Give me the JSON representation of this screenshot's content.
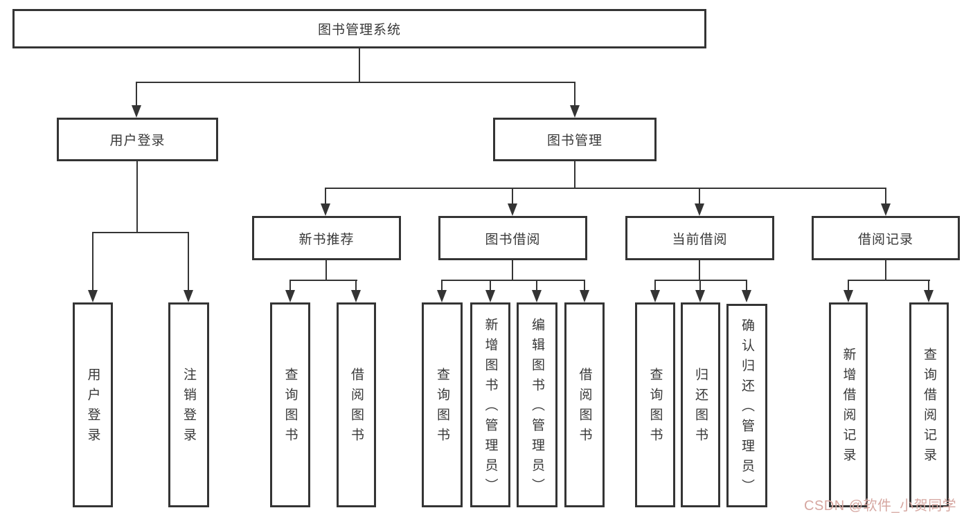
{
  "diagram": {
    "type": "hierarchy-tree",
    "root": "图书管理系统",
    "hierarchy": {
      "图书管理系统": [
        "用户登录",
        "图书管理"
      ],
      "用户登录": [
        "用户登录",
        "注销登录"
      ],
      "图书管理": [
        "新书推荐",
        "图书借阅",
        "当前借阅",
        "借阅记录"
      ],
      "新书推荐": [
        "查询图书",
        "借阅图书"
      ],
      "图书借阅": [
        "查询图书",
        "新增图书（管理员）",
        "编辑图书（管理员）",
        "借阅图书"
      ],
      "当前借阅": [
        "查询图书",
        "归还图书",
        "确认归还（管理员）"
      ],
      "借阅记录": [
        "新增借阅记录",
        "查询借阅记录"
      ]
    }
  },
  "nodes": {
    "root": "图书管理系统",
    "user_login_branch": "用户登录",
    "book_mgmt_branch": "图书管理",
    "new_book": "新书推荐",
    "book_borrow": "图书借阅",
    "current_borrow": "当前借阅",
    "borrow_record": "借阅记录",
    "leaf_user_login": "用户登录",
    "leaf_logout": "注销登录",
    "leaf_nb_query": "查询图书",
    "leaf_nb_borrow": "借阅图书",
    "leaf_bb_query": "查询图书",
    "leaf_bb_add": "新增图书（管理员）",
    "leaf_bb_edit": "编辑图书（管理员）",
    "leaf_bb_borrow": "借阅图书",
    "leaf_cb_query": "查询图书",
    "leaf_cb_return": "归还图书",
    "leaf_cb_confirm": "确认归还（管理员）",
    "leaf_br_add": "新增借阅记录",
    "leaf_br_query": "查询借阅记录"
  },
  "watermark": "CSDN @软件_小贺同学",
  "colors": {
    "line": "#343434",
    "box_border": "#343434",
    "text": "#383838",
    "background": "#ffffff",
    "watermark": "#d6a7a1"
  }
}
